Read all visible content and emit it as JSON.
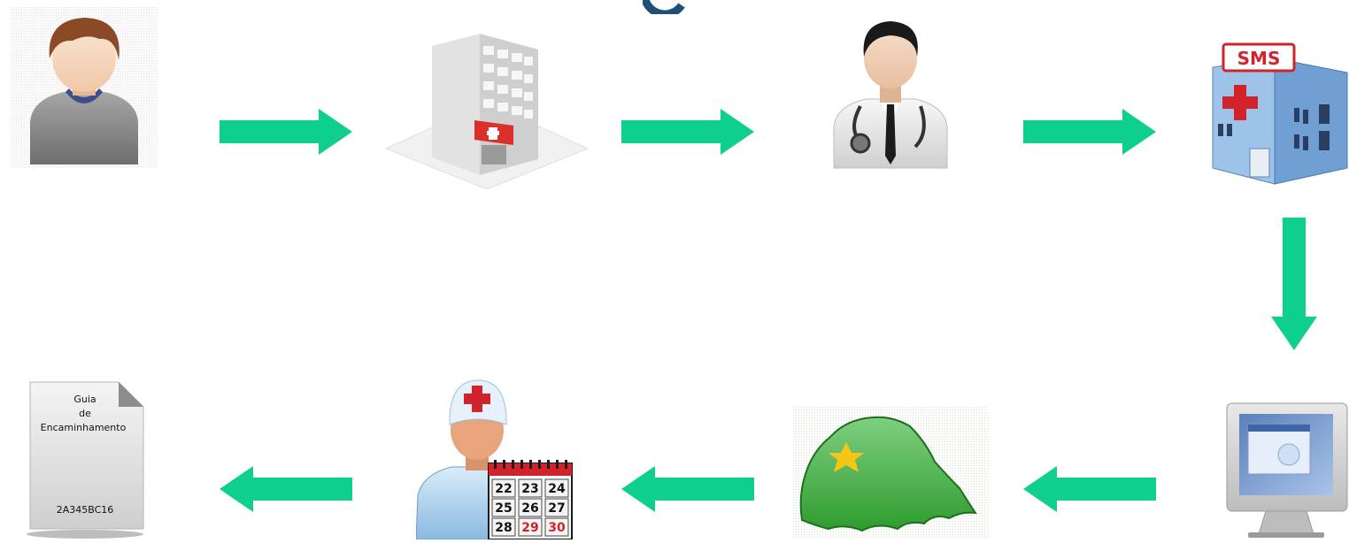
{
  "diagram": {
    "nodes": [
      {
        "id": "patient",
        "icon": "patient-icon"
      },
      {
        "id": "health-unit",
        "icon": "health-unit-building-icon"
      },
      {
        "id": "doctor",
        "icon": "doctor-icon"
      },
      {
        "id": "sms",
        "icon": "sms-building-icon",
        "label": "SMS"
      },
      {
        "id": "system",
        "icon": "computer-monitor-icon"
      },
      {
        "id": "state-map",
        "icon": "parana-map-icon"
      },
      {
        "id": "scheduler",
        "icon": "scheduler-with-calendar-icon",
        "calendar": [
          [
            "22",
            "23",
            "24"
          ],
          [
            "25",
            "26",
            "27"
          ],
          [
            "28",
            "29",
            "30"
          ]
        ]
      },
      {
        "id": "referral-guide",
        "icon": "document-icon",
        "doc_title_lines": [
          "Guia",
          "de",
          "Encaminhamento"
        ],
        "doc_code": "2A345BC16"
      }
    ],
    "arrows": [
      {
        "from": "patient",
        "to": "health-unit",
        "direction": "right"
      },
      {
        "from": "health-unit",
        "to": "doctor",
        "direction": "right"
      },
      {
        "from": "doctor",
        "to": "sms",
        "direction": "right"
      },
      {
        "from": "sms",
        "to": "system",
        "direction": "down"
      },
      {
        "from": "system",
        "to": "state-map",
        "direction": "left"
      },
      {
        "from": "state-map",
        "to": "scheduler",
        "direction": "left"
      },
      {
        "from": "scheduler",
        "to": "referral-guide",
        "direction": "left"
      }
    ],
    "colors": {
      "arrow": "#0fcf8e",
      "map_green": "#3fae3f",
      "sms_red": "#d2232a"
    }
  }
}
